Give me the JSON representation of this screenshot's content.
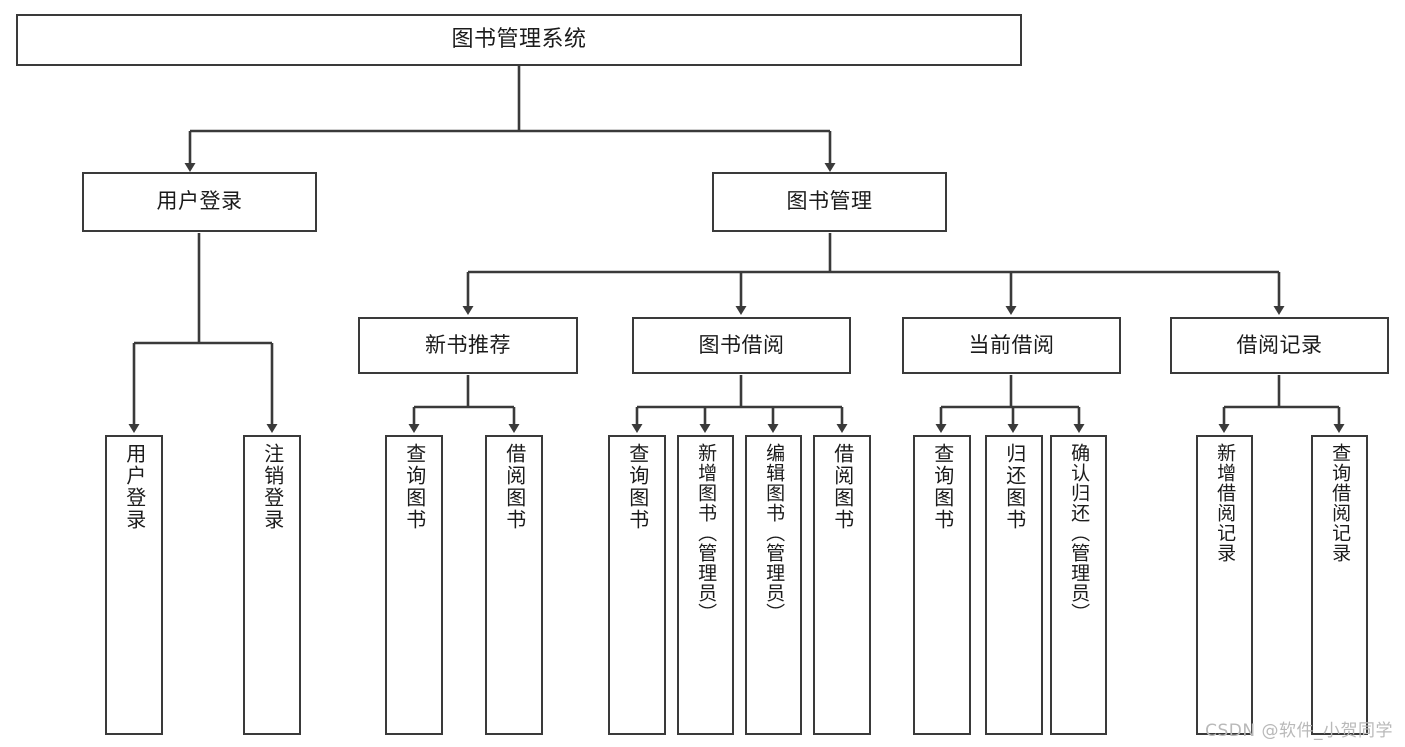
{
  "diagram": {
    "type": "tree",
    "title": "图书管理系统",
    "watermark": "CSDN @软件_小贺同学",
    "root": {
      "label": "图书管理系统"
    },
    "level2": [
      {
        "label": "用户登录"
      },
      {
        "label": "图书管理"
      }
    ],
    "level3": [
      {
        "label": "新书推荐"
      },
      {
        "label": "图书借阅"
      },
      {
        "label": "当前借阅"
      },
      {
        "label": "借阅记录"
      }
    ],
    "leaves": {
      "user_login": [
        {
          "label": "用户登录"
        },
        {
          "label": "注销登录"
        }
      ],
      "new_book_recommend": [
        {
          "label": "查询图书"
        },
        {
          "label": "借阅图书"
        }
      ],
      "book_borrow": [
        {
          "label": "查询图书"
        },
        {
          "label": "新增图书（管理员）"
        },
        {
          "label": "编辑图书（管理员）"
        },
        {
          "label": "借阅图书"
        }
      ],
      "current_borrow": [
        {
          "label": "查询图书"
        },
        {
          "label": "归还图书"
        },
        {
          "label": "确认归还（管理员）"
        }
      ],
      "borrow_record": [
        {
          "label": "新增借阅记录"
        },
        {
          "label": "查询借阅记录"
        }
      ]
    },
    "colors": {
      "stroke": "#3a3a3a",
      "fill": "#ffffff",
      "text": "#1b1b1b",
      "watermark": "#b9b9b9"
    }
  }
}
